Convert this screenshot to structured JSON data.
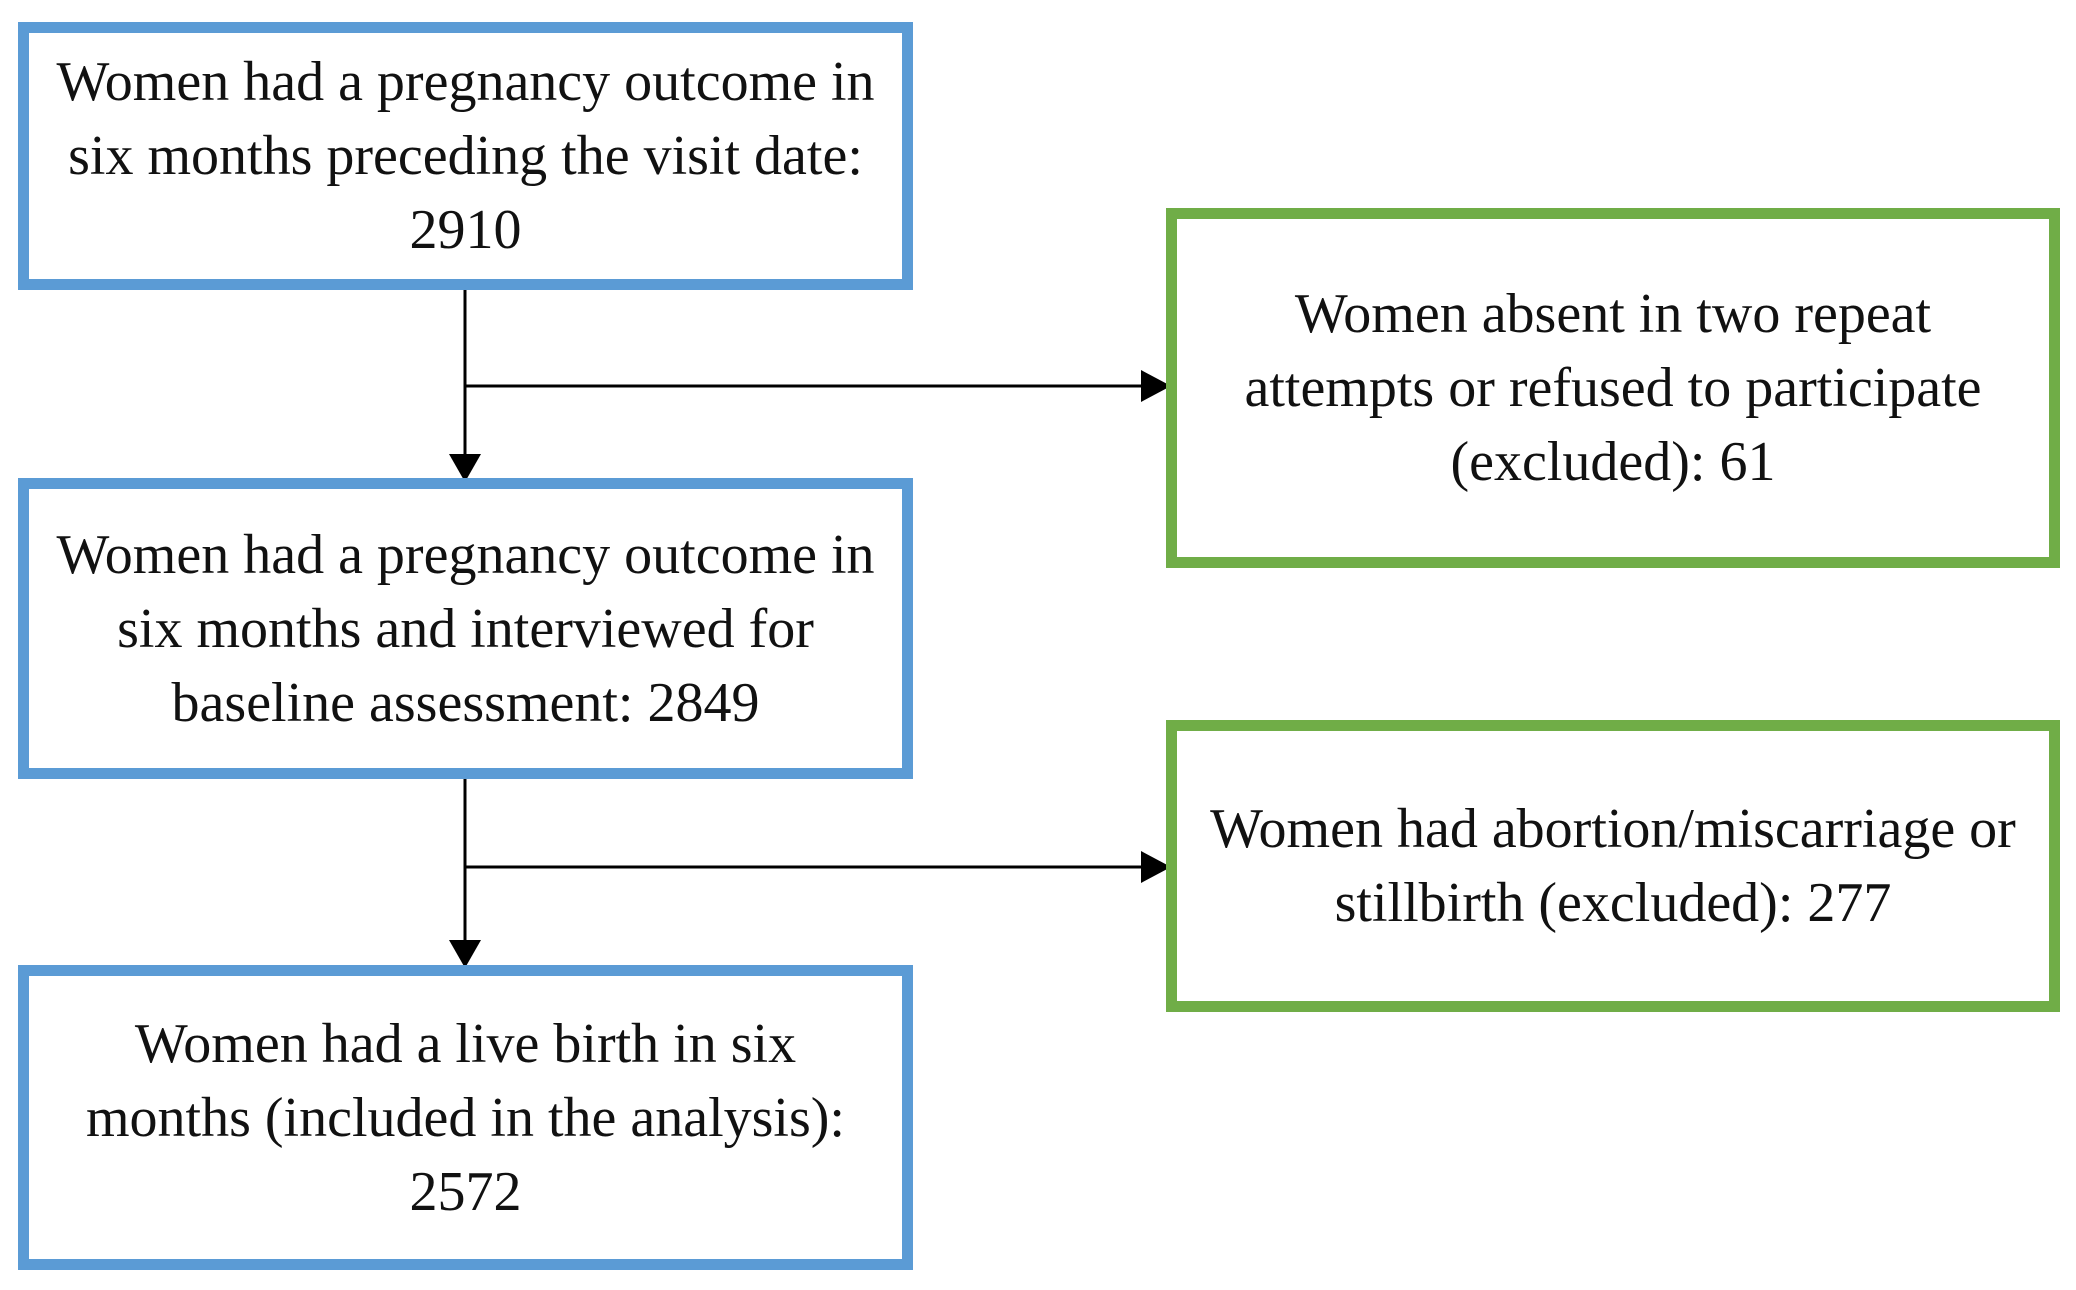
{
  "nodes": {
    "screened": {
      "text": "Women had a pregnancy outcome in six months preceding the visit date: 2910",
      "color": "#5b9bd5"
    },
    "interviewed": {
      "text": "Women had a pregnancy outcome in six months and interviewed for baseline assessment: 2849",
      "color": "#5b9bd5"
    },
    "included": {
      "text": "Women had a live birth in six months (included in the analysis): 2572",
      "color": "#5b9bd5"
    },
    "excluded_absent": {
      "text": "Women absent in two repeat attempts or refused to participate (excluded): 61",
      "color": "#70ad47"
    },
    "excluded_outcome": {
      "text": "Women had abortion/miscarriage or stillbirth (excluded): 277",
      "color": "#70ad47"
    }
  },
  "edges": [
    {
      "from": "screened",
      "to": "interviewed"
    },
    {
      "from": "screened",
      "to": "excluded_absent"
    },
    {
      "from": "interviewed",
      "to": "included"
    },
    {
      "from": "interviewed",
      "to": "excluded_outcome"
    }
  ]
}
